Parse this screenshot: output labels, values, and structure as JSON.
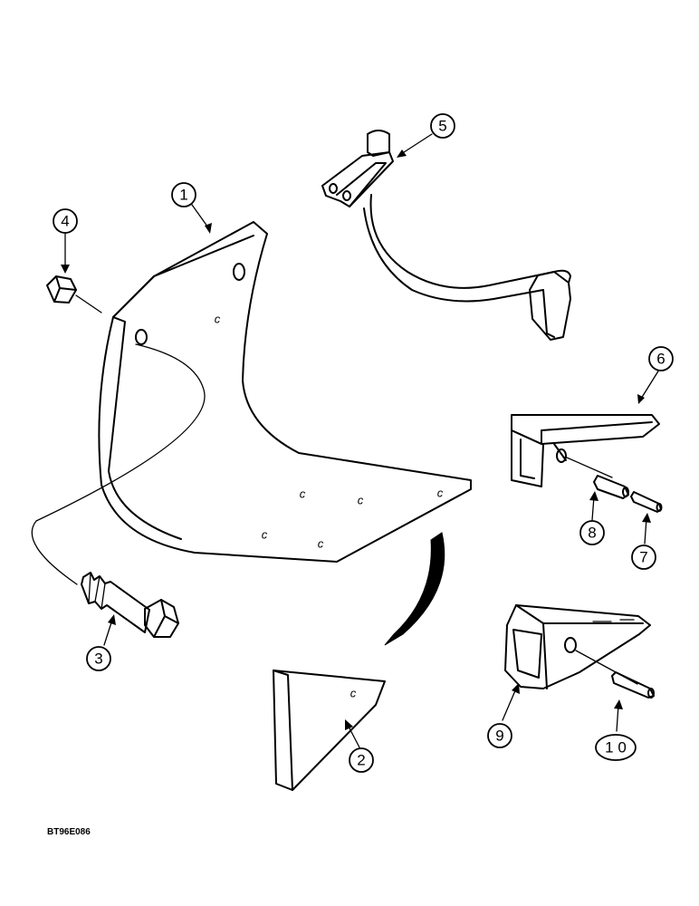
{
  "callouts": {
    "c1": "1",
    "c2": "2",
    "c3": "3",
    "c4": "4",
    "c5": "5",
    "c6": "6",
    "c7": "7",
    "c8": "8",
    "c9": "9",
    "c10": "1 0"
  },
  "hole_mark": "c",
  "figure_code": "BT96E086"
}
